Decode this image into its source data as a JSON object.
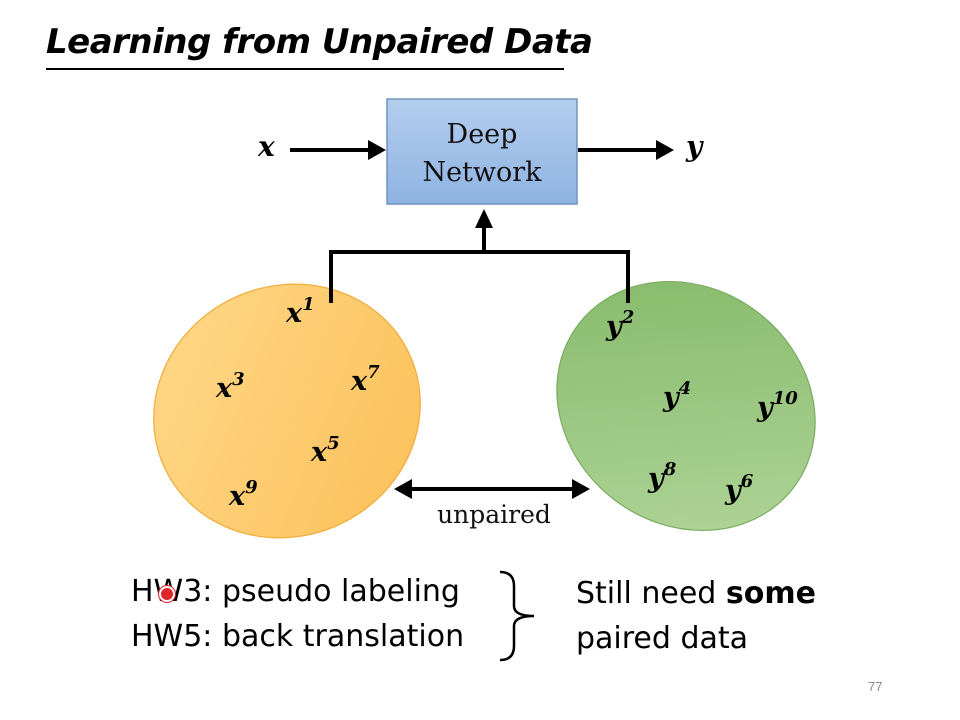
{
  "title": "Learning from Unpaired Data",
  "network": {
    "line1": "Deep",
    "line2": "Network"
  },
  "input_label": "x",
  "output_label": "y",
  "x_samples": [
    {
      "base": "x",
      "sup": "1"
    },
    {
      "base": "x",
      "sup": "3"
    },
    {
      "base": "x",
      "sup": "7"
    },
    {
      "base": "x",
      "sup": "5"
    },
    {
      "base": "x",
      "sup": "9"
    }
  ],
  "y_samples": [
    {
      "base": "y",
      "sup": "2"
    },
    {
      "base": "y",
      "sup": "4"
    },
    {
      "base": "y",
      "sup": "10"
    },
    {
      "base": "y",
      "sup": "8"
    },
    {
      "base": "y",
      "sup": "6"
    }
  ],
  "unpaired_label": "unpaired",
  "hw_lines": [
    "HW3: pseudo labeling",
    "HW5: back translation"
  ],
  "conclusion": {
    "prefix": "Still need ",
    "bold": "some",
    "line2": "paired data"
  },
  "page_number": "77",
  "colors": {
    "network_fill": "#9fbfe6",
    "network_border": "#6f93c4",
    "x_set": "#fcc766",
    "y_set": "#8ec174",
    "cursor": "#e0262a"
  }
}
